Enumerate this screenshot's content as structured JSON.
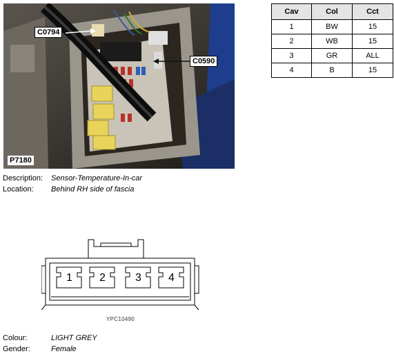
{
  "photo": {
    "callouts": [
      "C0794",
      "C0590"
    ],
    "id_label": "P7180"
  },
  "table": {
    "headers": [
      "Cav",
      "Col",
      "Cct"
    ],
    "rows": [
      [
        "1",
        "BW",
        "15"
      ],
      [
        "2",
        "WB",
        "15"
      ],
      [
        "3",
        "GR",
        "ALL"
      ],
      [
        "4",
        "B",
        "15"
      ]
    ]
  },
  "details": {
    "description_label": "Description:",
    "description_value": "Sensor-Temperature-In-car",
    "location_label": "Location:",
    "location_value": "Behind RH side of fascia"
  },
  "connector": {
    "cavities": [
      "1",
      "2",
      "3",
      "4"
    ],
    "caption": "YPC10490"
  },
  "properties": {
    "colour_label": "Colour:",
    "colour_value": "LIGHT GREY",
    "gender_label": "Gender:",
    "gender_value": "Female"
  }
}
